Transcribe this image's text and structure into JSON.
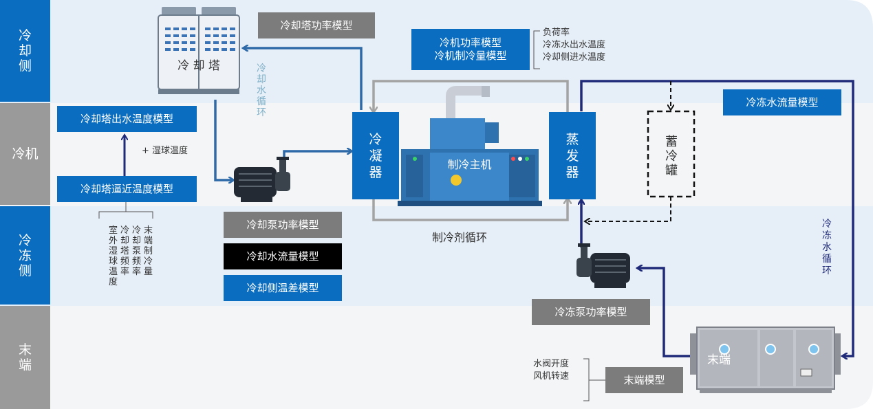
{
  "rows": {
    "cooling_side": "冷却侧",
    "chiller": "冷机",
    "chilled_side": "冷冻侧",
    "terminal": "末端"
  },
  "equipment": {
    "cooling_tower": "冷 却 塔",
    "condenser": "冷凝器",
    "evaporator": "蒸发器",
    "chiller_main": "制冷主机",
    "storage_tank": "蓄冷罐",
    "terminal_unit": "末端"
  },
  "models": {
    "tower_power": "冷却塔功率模型",
    "chiller_power": "冷机功率模型",
    "chiller_capacity": "冷机制冷量模型",
    "tower_outlet_temp": "冷却塔出水温度模型",
    "tower_approach_temp": "冷却塔逼近温度模型",
    "cooling_pump_power": "冷却泵功率模型",
    "cooling_water_flow": "冷却水流量模型",
    "cooling_temp_diff": "冷却侧温差模型",
    "chilled_water_flow": "冷冻水流量模型",
    "chilled_pump_power": "冷冻泵功率模型",
    "terminal_model": "末端模型"
  },
  "labels": {
    "chiller_inputs": [
      "负荷率",
      "冷冻水出水温度",
      "冷却侧进水温度"
    ],
    "wet_bulb_plus": "+ 湿球温度",
    "approach_inputs": [
      "室外湿球温度",
      "冷却塔频率",
      "冷却泵频率",
      "末端制冷量"
    ],
    "terminal_inputs": [
      "水阀开度",
      "风机转速"
    ],
    "cooling_water_loop": "冷却水循环",
    "refrigerant_loop": "制冷剂循环",
    "chilled_water_loop": "冷冻水循环"
  },
  "colors": {
    "blue": "#0a6dc0",
    "gray": "#7c7c7c",
    "cooling_pipe": "#2e6aa8",
    "chilled_pipe": "#1f2a78",
    "loop_text": "#7fb0c8"
  }
}
